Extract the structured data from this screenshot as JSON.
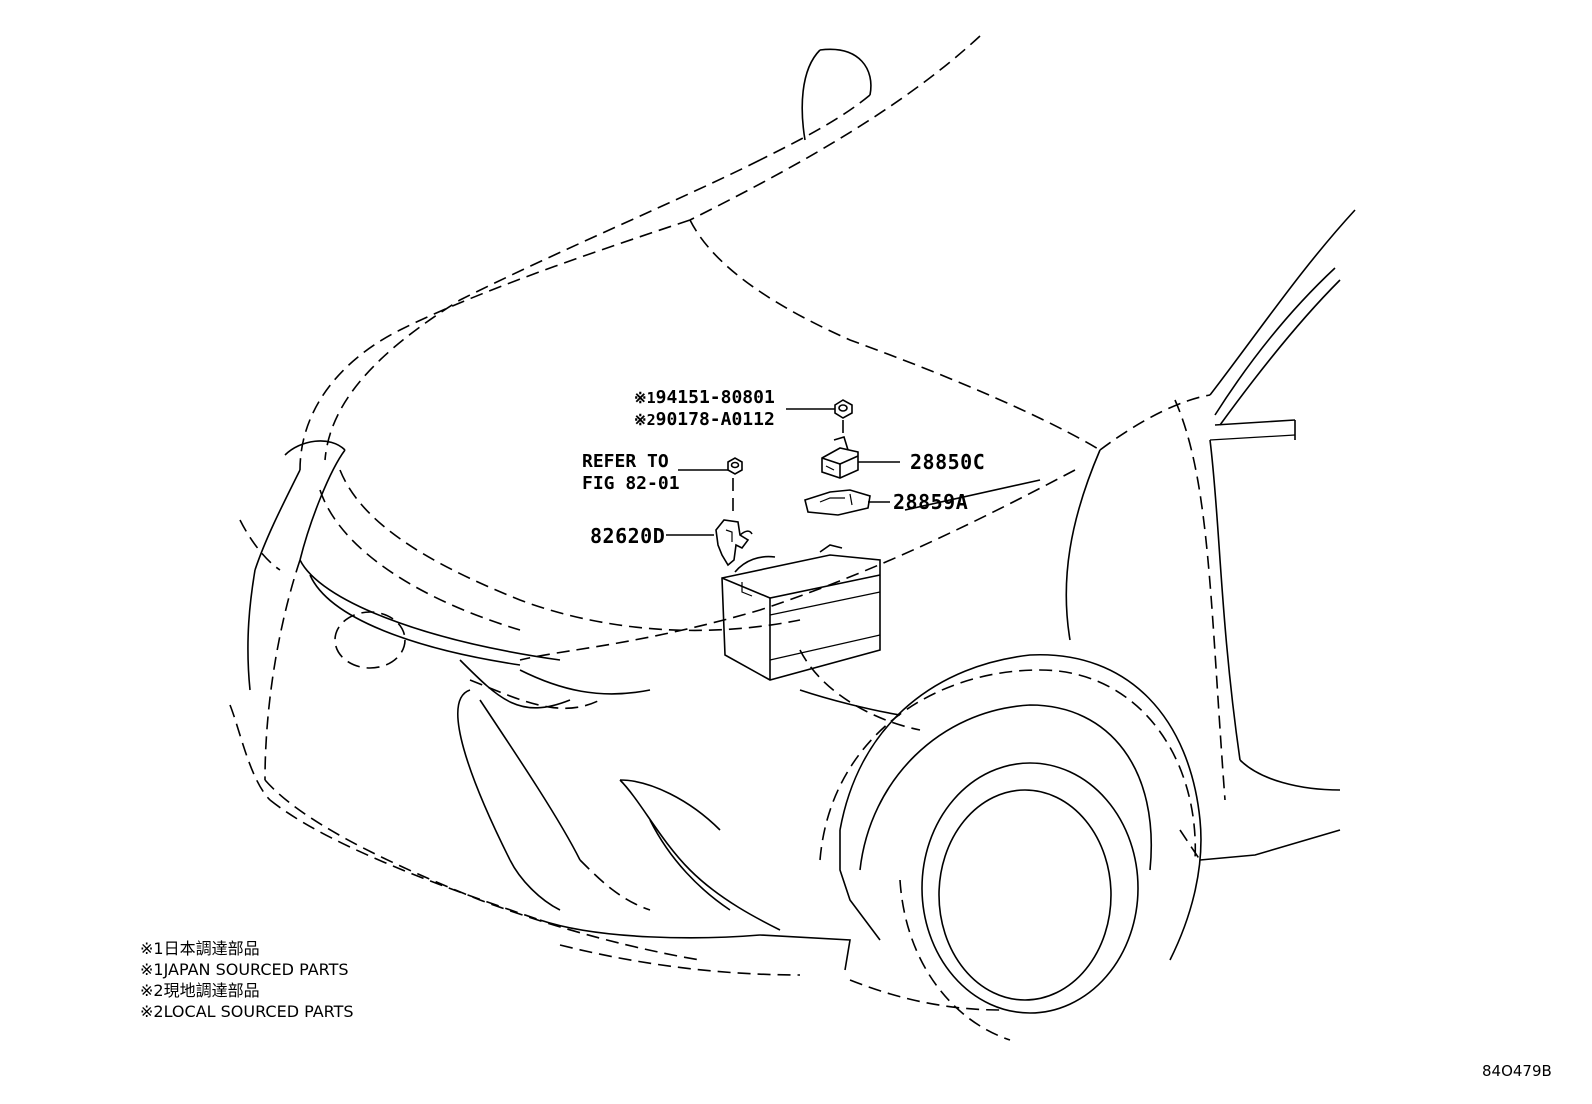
{
  "parts": {
    "p1_mark": "※1",
    "p1_number": "94151-80801",
    "p2_mark": "※2",
    "p2_number": "90178-A0112",
    "refer_line1": "REFER TO",
    "refer_line2": "FIG 82-01",
    "bracket": "82620D",
    "relay": "28850C",
    "cover": "28859A"
  },
  "legend": {
    "line1": "※1日本調達部品",
    "line2": "※1JAPAN SOURCED PARTS",
    "line3": "※2現地調達部品",
    "line4": "※2LOCAL SOURCED PARTS"
  },
  "figure_code": "84O479B"
}
